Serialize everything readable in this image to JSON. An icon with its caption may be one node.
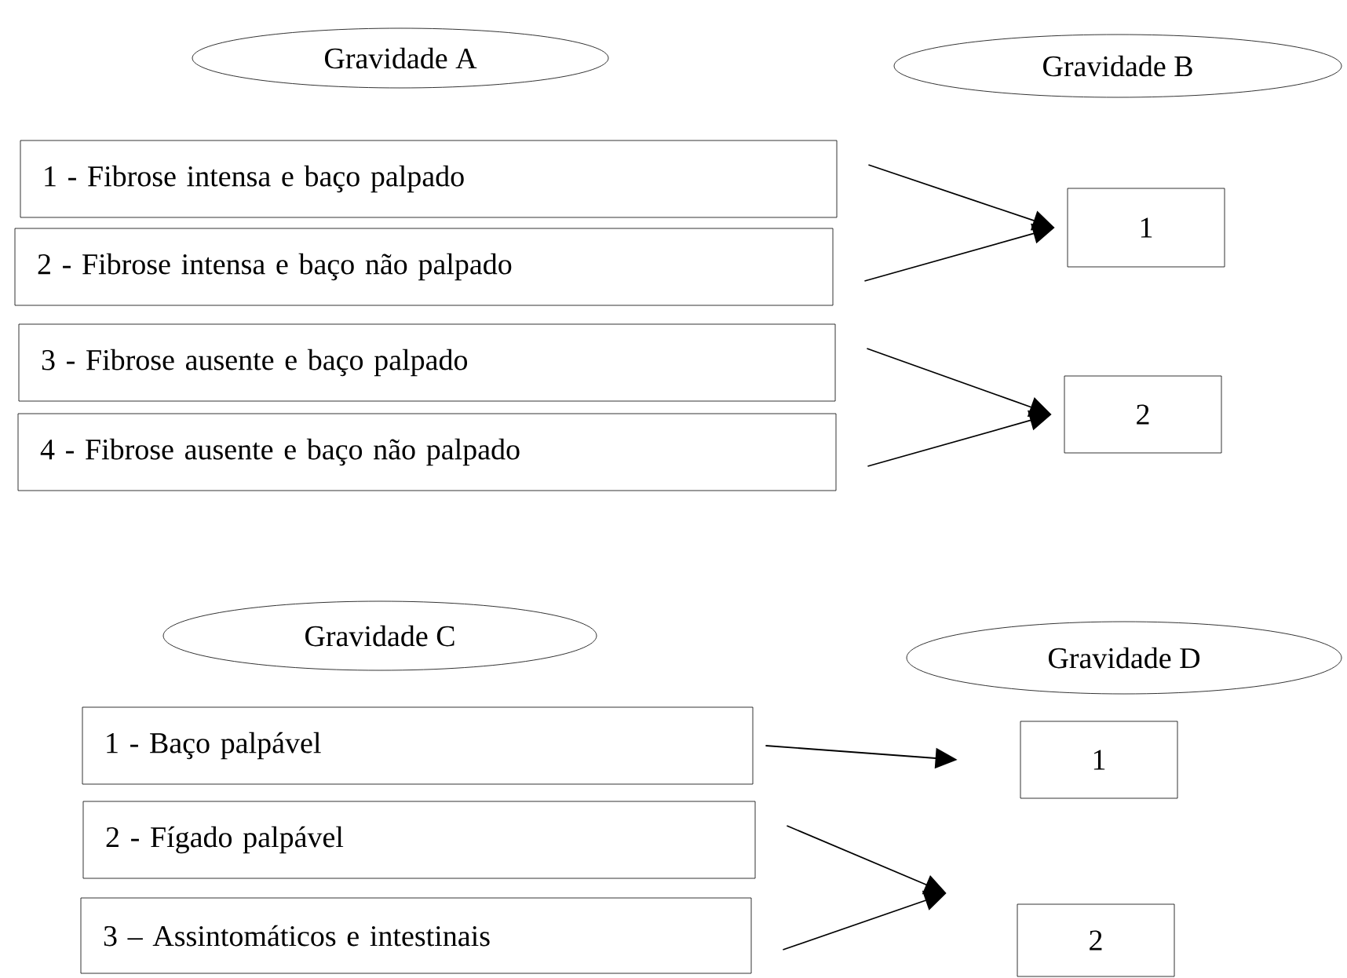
{
  "diagram": {
    "nodes": [
      {
        "text": [
          "Gravidade A"
        ]
      },
      {
        "text": [
          "Gravidade B"
        ]
      },
      {
        "text": [
          "1 - Fibrose intensa e baço palpado"
        ]
      },
      {
        "text": [
          "2 - Fibrose intensa e baço não palpado"
        ]
      },
      {
        "text": [
          "3 - Fibrose ausente e baço palpado"
        ]
      },
      {
        "text": [
          "4 - Fibrose ausente e baço não palpado"
        ]
      },
      {
        "text": [
          "1"
        ]
      },
      {
        "text": [
          "2"
        ]
      },
      {
        "text": [
          "Gravidade C"
        ]
      },
      {
        "text": [
          "Gravidade D"
        ]
      },
      {
        "text": [
          "1 - Baço palpável"
        ]
      },
      {
        "text": [
          "2 - Fígado palpável"
        ]
      },
      {
        "text": [
          "3 – Assintomáticos e intestinais"
        ]
      },
      {
        "text": [
          "1"
        ]
      },
      {
        "text": [
          "2"
        ]
      }
    ],
    "edges": [
      {
        "from": 2,
        "to": 6,
        "arrow": "to"
      },
      {
        "from": 3,
        "to": 6,
        "arrow": "to"
      },
      {
        "from": 4,
        "to": 7,
        "arrow": "to"
      },
      {
        "from": 5,
        "to": 7,
        "arrow": "to"
      },
      {
        "from": 10,
        "to": 13,
        "arrow": "to"
      },
      {
        "from": 11,
        "to": 14,
        "arrow": "to"
      },
      {
        "from": 12,
        "to": 14,
        "arrow": "to"
      }
    ]
  }
}
